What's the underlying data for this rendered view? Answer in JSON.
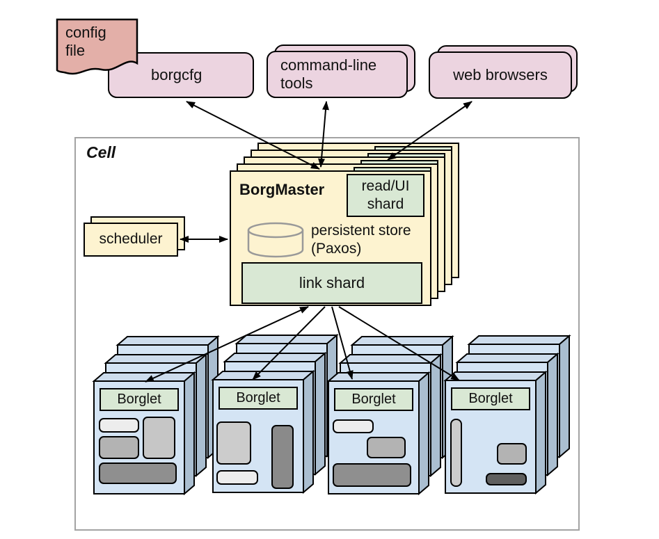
{
  "diagram": {
    "cell_label": "Cell",
    "nodes": {
      "config_file": {
        "label": "config file"
      },
      "borgcfg": {
        "label": "borgcfg"
      },
      "command_line_tools": {
        "label": "command-line tools"
      },
      "web_browsers": {
        "label": "web browsers"
      },
      "borgmaster": {
        "label": "BorgMaster",
        "replicas_shown": 5
      },
      "read_ui_shard": {
        "label": "read/UI shard"
      },
      "persistent_store": {
        "label": "persistent store (Paxos)"
      },
      "link_shard": {
        "label": "link shard"
      },
      "scheduler": {
        "label": "scheduler",
        "replicas_shown": 2
      },
      "borglet_groups": [
        {
          "label": "Borglet",
          "machines_shown": 3,
          "tasks_shown": 4
        },
        {
          "label": "Borglet",
          "machines_shown": 3,
          "tasks_shown": 3
        },
        {
          "label": "Borglet",
          "machines_shown": 3,
          "tasks_shown": 3
        },
        {
          "label": "Borglet",
          "machines_shown": 3,
          "tasks_shown": 3
        }
      ]
    },
    "edges": [
      "borgcfg <-> BorgMaster",
      "command-line tools <-> BorgMaster",
      "web browsers <-> read/UI shard",
      "scheduler <-> BorgMaster",
      "link shard <-> Borglet group 1",
      "link shard -> Borglet group 2",
      "link shard -> Borglet group 3",
      "link shard -> Borglet group 4"
    ],
    "palette": {
      "client_pink": "#ecd4e0",
      "config_salmon": "#e3afa8",
      "master_yellow": "#fdf3d0",
      "shard_green": "#d9e8d4",
      "machine_front_blue": "#d4e4f4",
      "machine_top_blue": "#cddcec",
      "machine_side_blue": "#aabed0",
      "task_shades": [
        "#ededed",
        "#cccccc",
        "#b3b3b3",
        "#8f8f8f",
        "#5f5f5f"
      ],
      "cell_border_gray": "#a3a3a3",
      "cylinder_stroke_gray": "#999999"
    }
  }
}
